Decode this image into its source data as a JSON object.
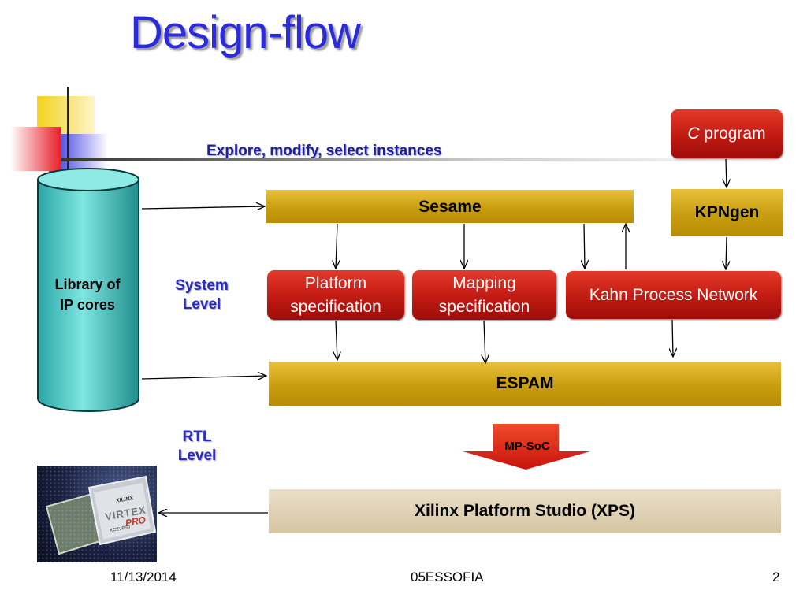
{
  "slide": {
    "title": "Design-flow",
    "explore_label": "Explore, modify, select instances",
    "system_level": [
      "System",
      "Level"
    ],
    "rtl_level": [
      "RTL",
      "Level"
    ]
  },
  "diagram": {
    "library": [
      "Library of",
      "IP cores"
    ],
    "c_program": {
      "italic": "C",
      "rest": " program"
    },
    "kpngen": "KPNgen",
    "sesame": "Sesame",
    "platform_spec": [
      "Platform",
      "specification"
    ],
    "mapping_spec": [
      "Mapping",
      "specification"
    ],
    "kpn": "Kahn Process Network",
    "espam": "ESPAM",
    "mpsoc": "MP-SoC",
    "xps": "Xilinx Platform Studio (XPS)",
    "chip_text": [
      "XILINX",
      "VIRTEX",
      "PRO",
      "XC2VP50"
    ]
  },
  "footer": {
    "date": "11/13/2014",
    "center": "05ESSOFIA",
    "page": "2"
  }
}
